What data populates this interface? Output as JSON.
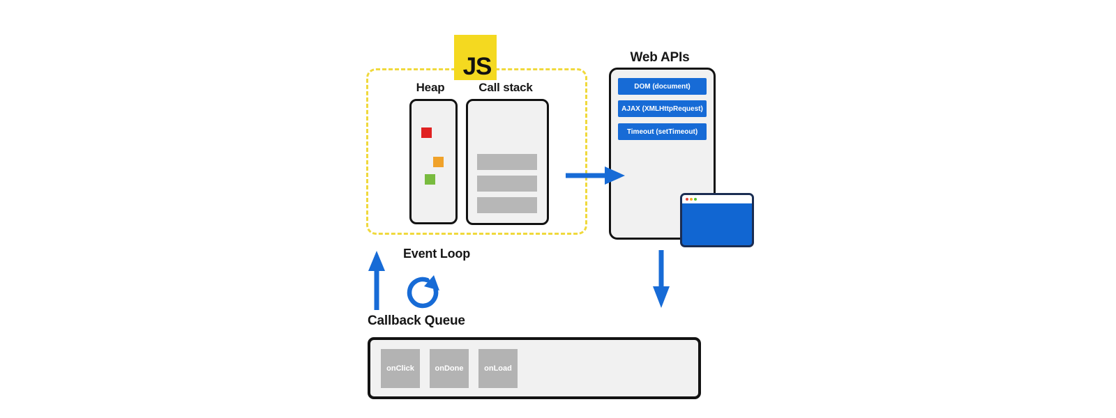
{
  "js_runtime": {
    "logo_text": "JS",
    "heap": {
      "label": "Heap",
      "objects": [
        {
          "name": "red-square",
          "color": "#e02222"
        },
        {
          "name": "orange-square",
          "color": "#f0a22a"
        },
        {
          "name": "green-square",
          "color": "#79bb3f"
        }
      ]
    },
    "call_stack": {
      "label": "Call stack",
      "frame_count": 3
    }
  },
  "web_apis": {
    "title": "Web APIs",
    "items": [
      {
        "label": "DOM (document)"
      },
      {
        "label": "AJAX (XMLHttpRequest)"
      },
      {
        "label": "Timeout (setTimeout)"
      }
    ]
  },
  "event_loop": {
    "label": "Event Loop"
  },
  "callback_queue": {
    "title": "Callback Queue",
    "items": [
      {
        "label": "onClick"
      },
      {
        "label": "onDone"
      },
      {
        "label": "onLoad"
      }
    ]
  },
  "icons": [
    "js-logo",
    "arrow-right-icon",
    "arrow-up-icon",
    "arrow-down-icon",
    "event-loop-cycle-icon",
    "browser-window-icon",
    "window-controls-icon"
  ],
  "colors": {
    "blue": "#176bd6",
    "browser_body_blue": "#1166d2",
    "browser_border": "#1b2d52",
    "logo_yellow": "#f4d920",
    "dash_yellow": "#f0d93c",
    "panel_fill": "#f1f1f1",
    "panel_border": "#121212",
    "bar_gray": "#b7b7b7",
    "queue_gray": "#b3b3b3",
    "heap_red": "#e02222",
    "heap_orange": "#f0a22a",
    "heap_green": "#79bb3f",
    "background": "#ffffff"
  }
}
